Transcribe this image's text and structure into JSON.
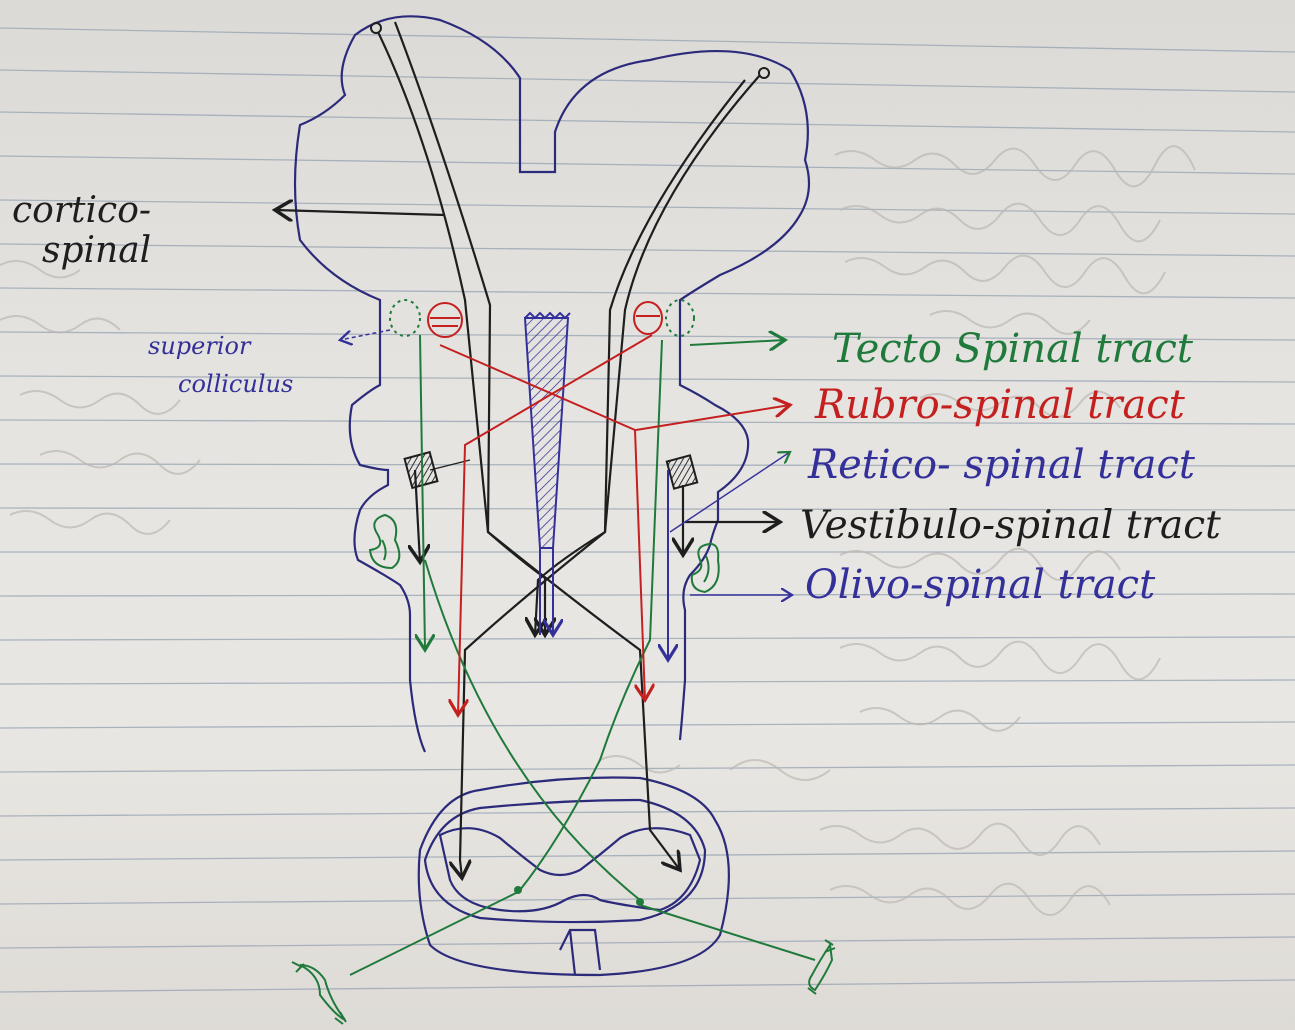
{
  "labels": {
    "corticospinal_line1": "cortico-",
    "corticospinal_line2": "spinal",
    "superior_line1": "superior",
    "superior_line2": "colliculus",
    "tecto": "Tecto Spinal tract",
    "rubro": "Rubro-spinal tract",
    "retico": "Retico- spinal tract",
    "vestibulo": "Vestibulo-spinal tract",
    "olivo": "Olivo-spinal tract"
  },
  "colors": {
    "paper": "#e6e4e0",
    "ruled_line": "#9aa6b4",
    "outline_blue": "#2c2a7a",
    "black_ink": "#1e1e1e",
    "green_ink": "#1f7a3c",
    "red_ink": "#c42020",
    "blue_ink": "#33309a",
    "faded_text": "#b9b6b2"
  }
}
